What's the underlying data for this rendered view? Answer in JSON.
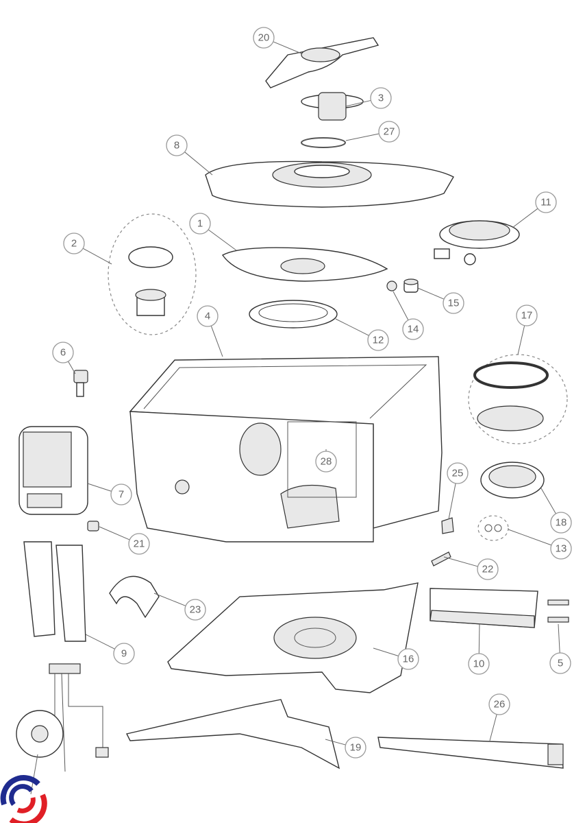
{
  "diagram": {
    "type": "exploded-parts-diagram",
    "callouts": [
      "20",
      "3",
      "27",
      "8",
      "11",
      "1",
      "2",
      "15",
      "14",
      "12",
      "4",
      "17",
      "6",
      "28",
      "25",
      "7",
      "18",
      "13",
      "21",
      "22",
      "23",
      "16",
      "10",
      "5",
      "9",
      "26",
      "19"
    ],
    "logo": {
      "colors": {
        "blue": "#1f2b8f",
        "red": "#e01f26"
      }
    }
  }
}
